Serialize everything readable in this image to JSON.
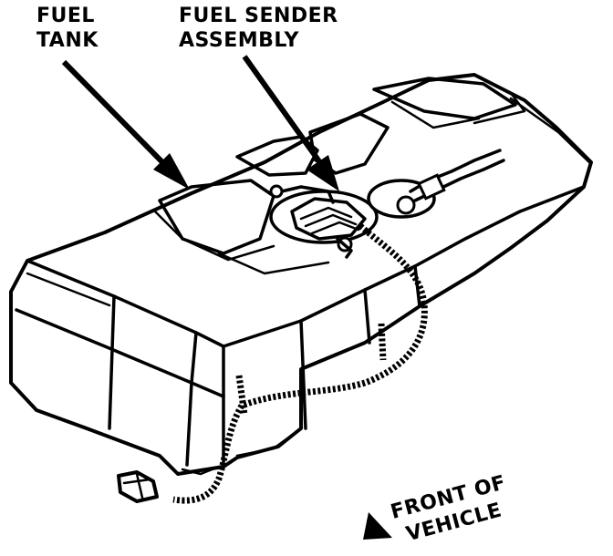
{
  "labels": {
    "fuel_tank": [
      "FUEL",
      "TANK"
    ],
    "fuel_sender_assembly": [
      "FUEL SENDER",
      "ASSEMBLY"
    ],
    "front_of_vehicle": [
      "FRONT OF",
      "VEHICLE"
    ]
  },
  "colors": {
    "ink": "#000000",
    "paper": "#ffffff"
  }
}
